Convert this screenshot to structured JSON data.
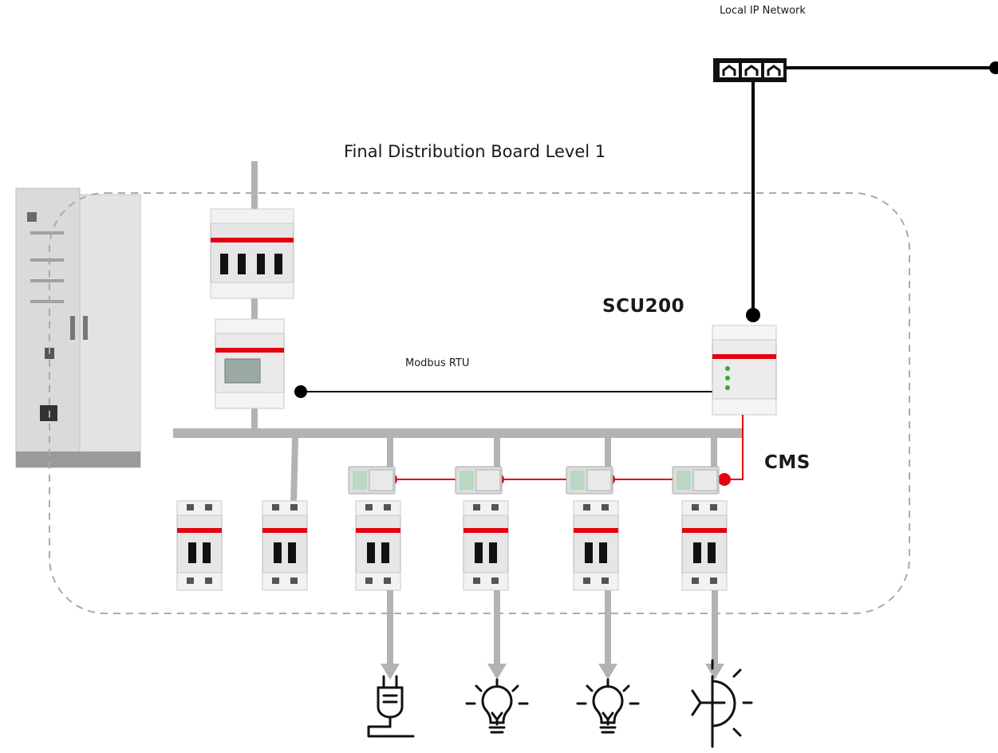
{
  "labels": {
    "network": "Local IP Network",
    "board": "Final Distribution Board Level 1",
    "controller": "SCU200",
    "sensors": "CMS",
    "bus": "Modbus RTU"
  },
  "components": {
    "switchboard_cabinet": "switchboard-cabinet",
    "main_breaker": "four-pole-breaker",
    "energy_meter": "energy-meter",
    "controller": "scu200-unit",
    "network_switch": "ethernet-switch",
    "feeder_breakers": 6,
    "current_sensors": 4
  },
  "loads": [
    {
      "icon": "power-plug-icon"
    },
    {
      "icon": "light-bulb-icon"
    },
    {
      "icon": "light-bulb-icon"
    },
    {
      "icon": "hvac-icon"
    }
  ],
  "colors": {
    "busbar": "#b3b3b3",
    "network_line": "#000000",
    "cms_line": "#e3000f",
    "board_outline": "#aaaaaa",
    "breaker_stripe": "#e3000f"
  }
}
